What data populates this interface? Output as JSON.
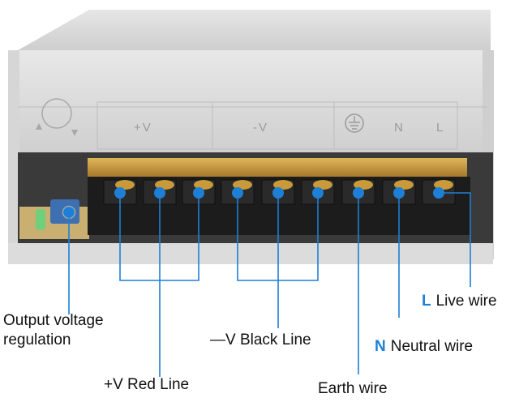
{
  "panel_markings": {
    "plus_v": "+V",
    "minus_v": "-V",
    "n": "N",
    "l": "L"
  },
  "callouts": {
    "output_voltage": "Output voltage\nregulation",
    "plus_v": "+V Red Line",
    "minus_v": "—V Black Line",
    "earth": "Earth wire",
    "neutral": {
      "key": "N",
      "text": "Neutral wire"
    },
    "live": {
      "key": "L",
      "text": "Live wire"
    }
  },
  "colors": {
    "accent": "#1e7fd6",
    "case": "#d9d9d9",
    "terminal_block": "#1c1c1c",
    "brass": "#c89a3a"
  }
}
